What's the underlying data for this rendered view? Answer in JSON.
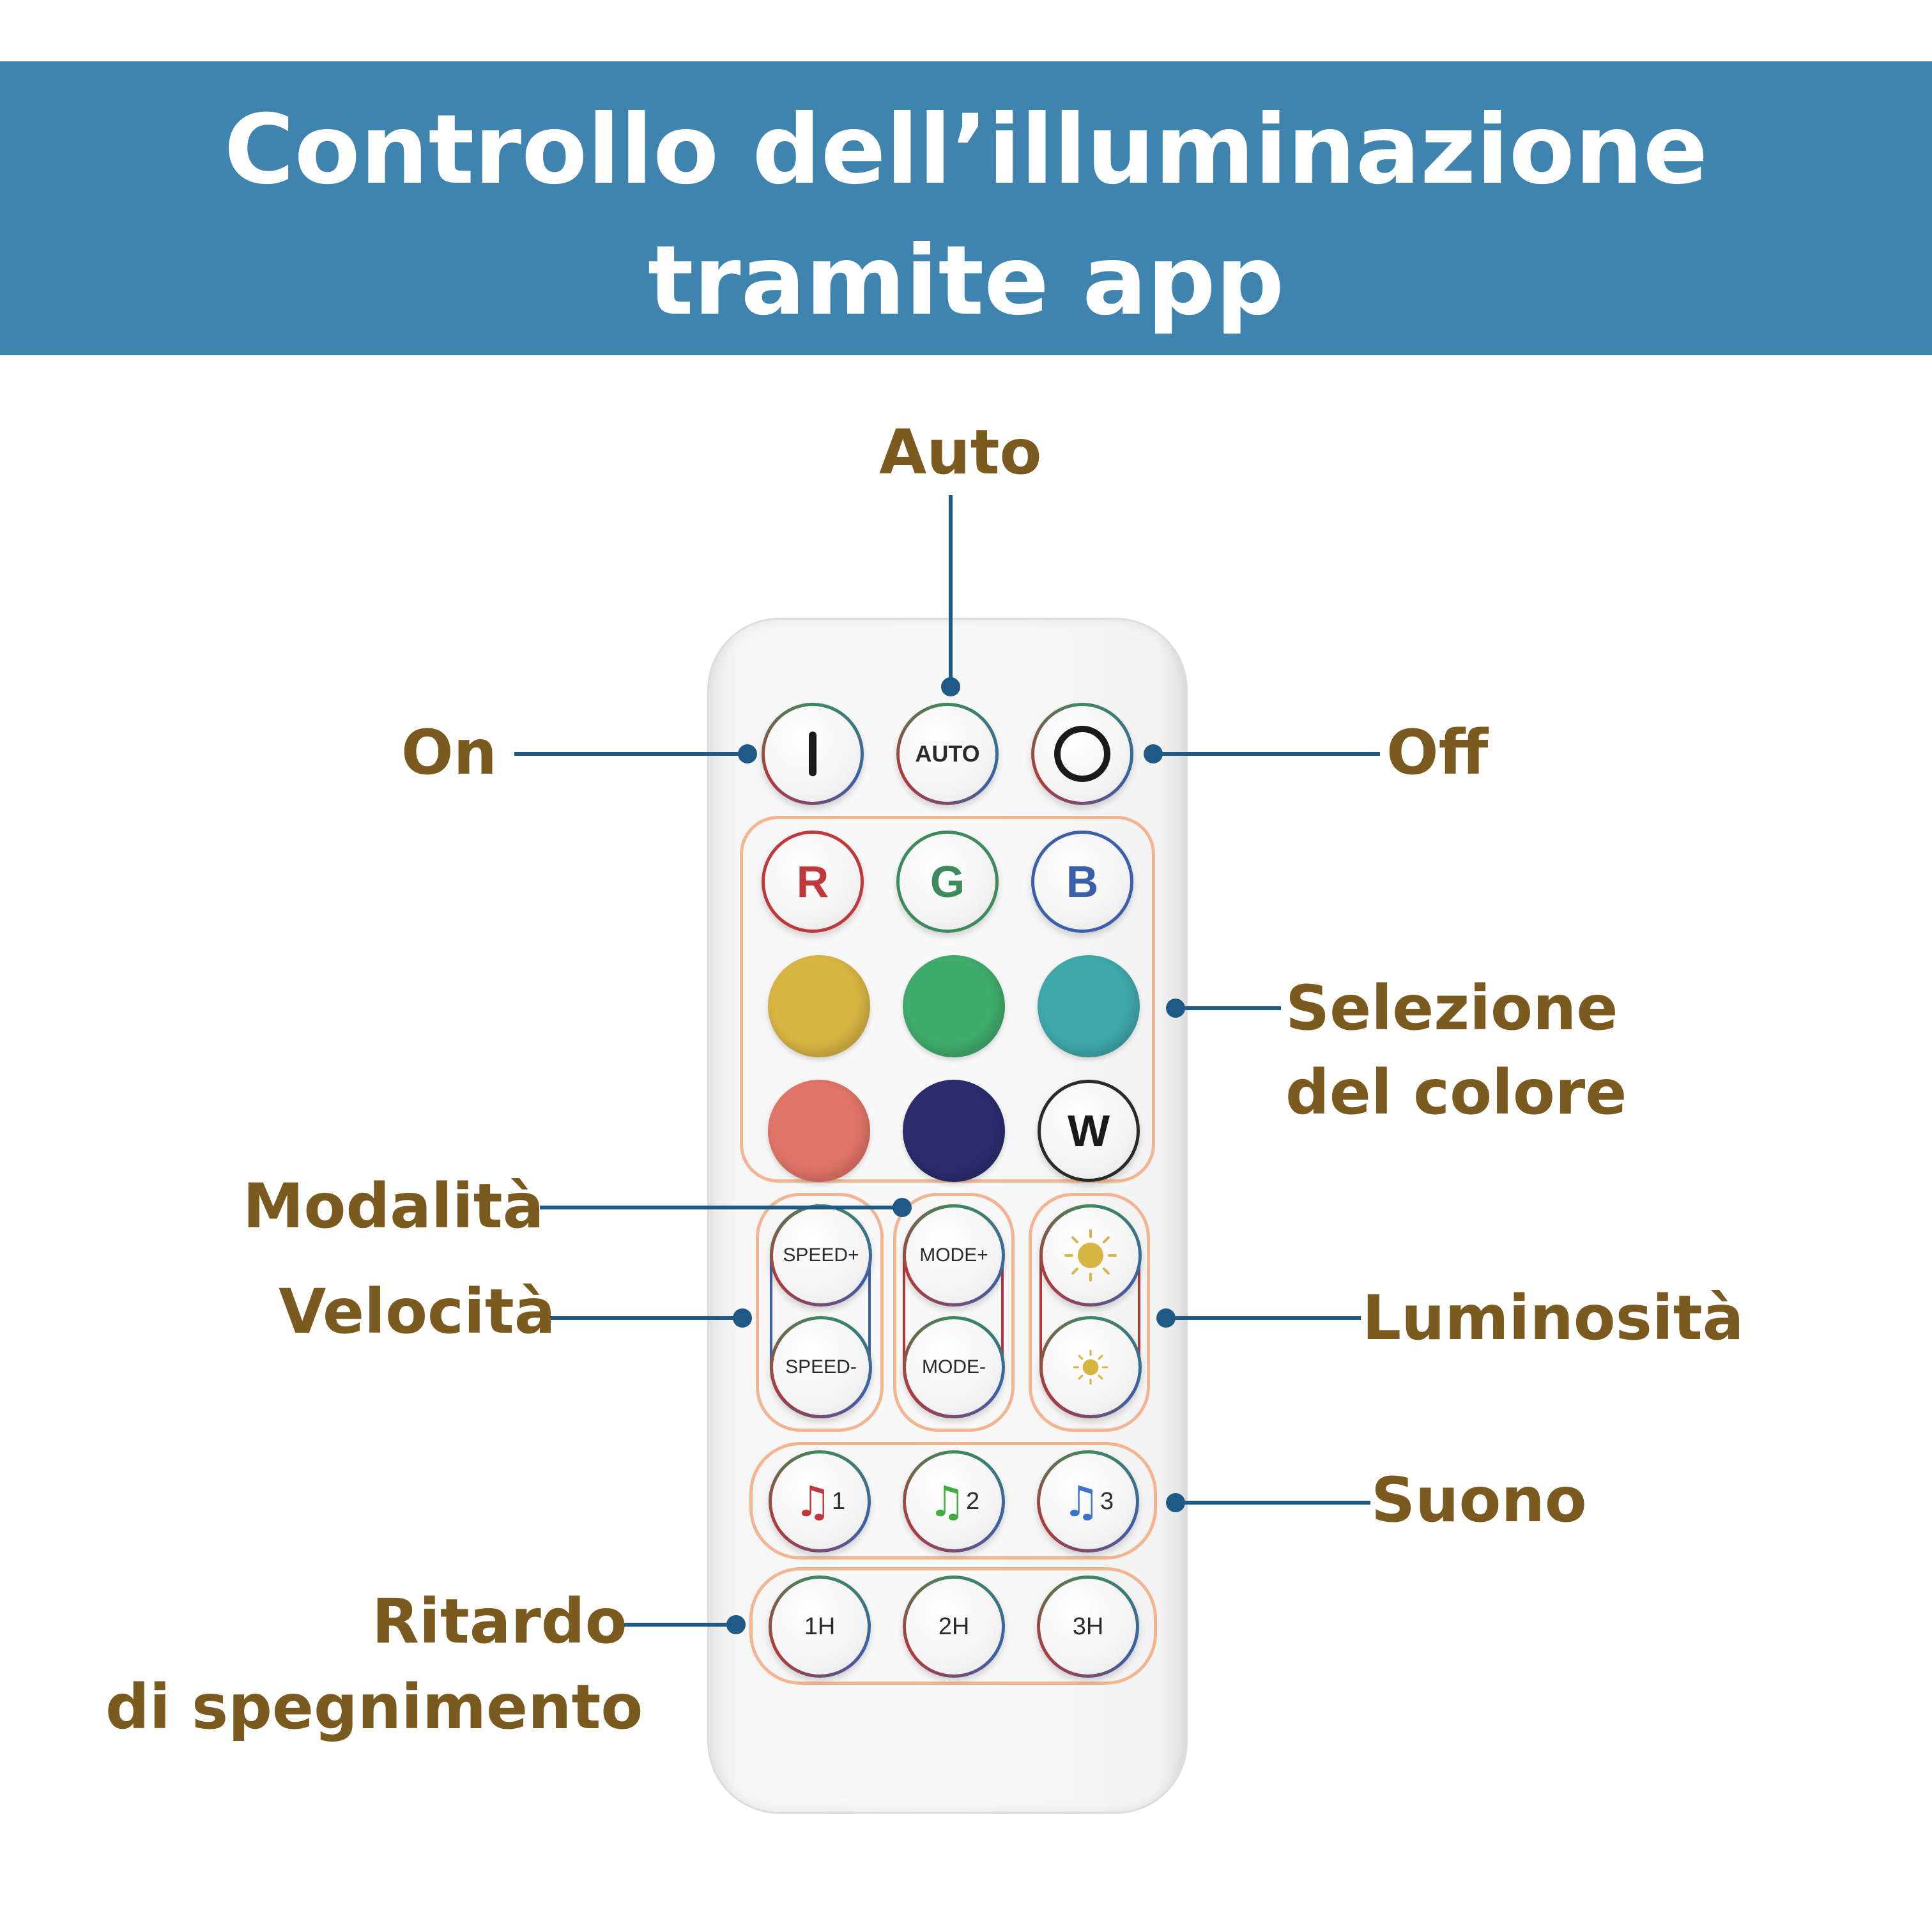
{
  "header": {
    "title_line1": "Controllo dell’illuminazione",
    "title_line2": "tramite app"
  },
  "callouts": {
    "auto": "Auto",
    "on": "On",
    "off": "Off",
    "color_line1": "Selezione",
    "color_line2": "del colore",
    "mode": "Modalità",
    "speed": "Velocità",
    "brightness": "Luminosità",
    "sound": "Suono",
    "delay_line1": "Ritardo",
    "delay_line2": "di spegnimento"
  },
  "remote": {
    "auto_button": "AUTO",
    "on_button": "I",
    "r_button": "R",
    "g_button": "G",
    "b_button": "B",
    "w_button": "W",
    "speed_plus": "SPEED+",
    "speed_minus": "SPEED-",
    "mode_plus": "MODE+",
    "mode_minus": "MODE-",
    "music1": "1",
    "music2": "2",
    "music3": "3",
    "timer1": "1H",
    "timer2": "2H",
    "timer3": "3H",
    "colors": {
      "r": "#c0393a",
      "g": "#3d8a5c",
      "b": "#3b5fa8",
      "yellow": "#d8b443",
      "green": "#3fac6b",
      "teal": "#3fa8aa",
      "salmon": "#e07468",
      "navy": "#2b2d6e"
    }
  },
  "theme": {
    "banner": "#3e84ae",
    "label": "#7a5a1e",
    "leader": "#1e5a85",
    "group_outline": "#f3b491"
  }
}
